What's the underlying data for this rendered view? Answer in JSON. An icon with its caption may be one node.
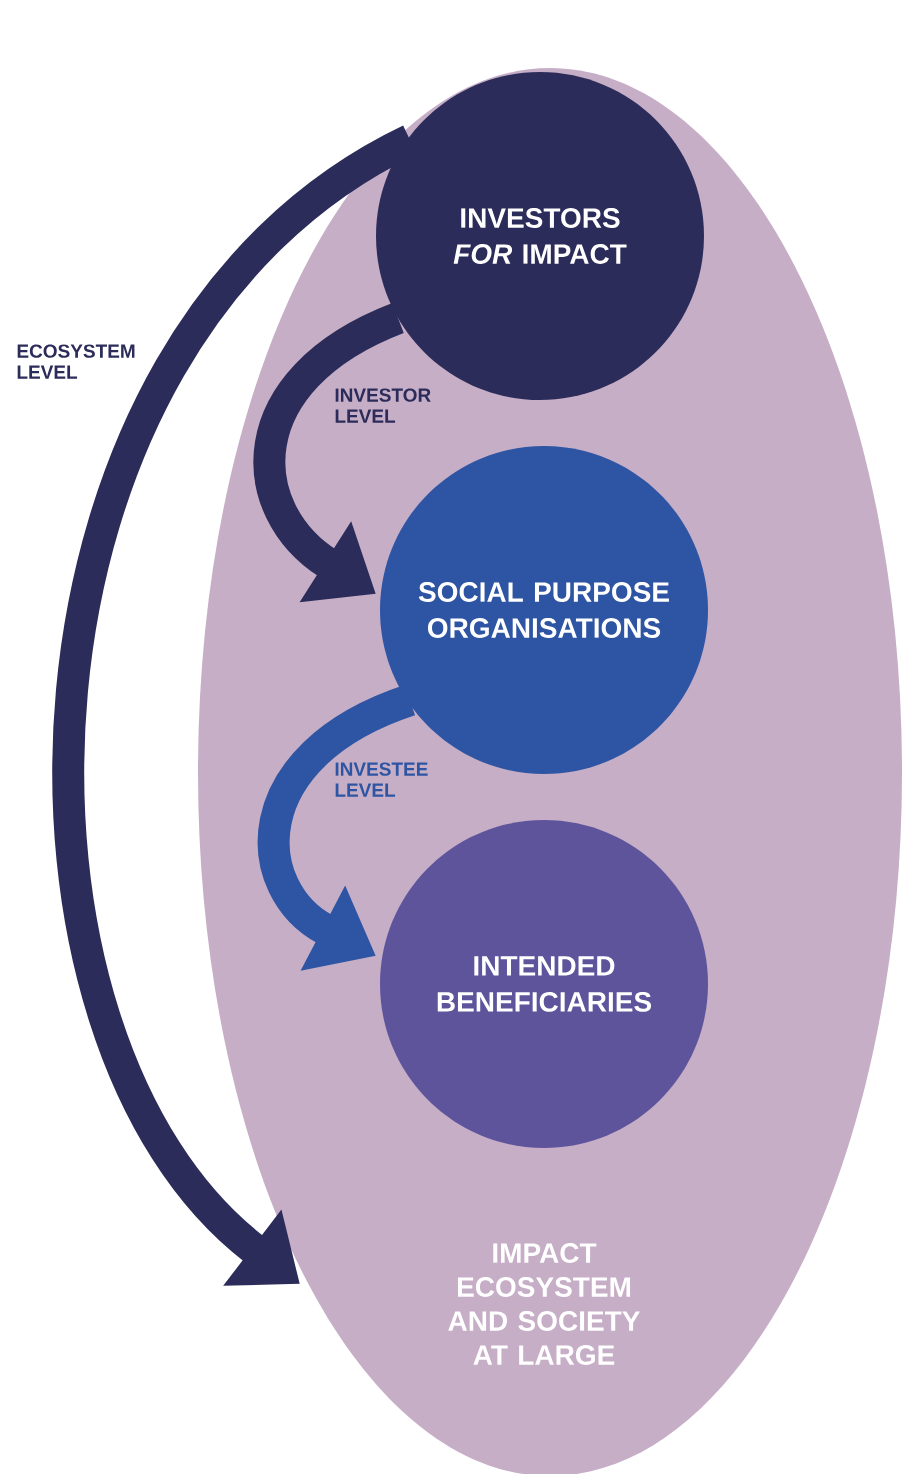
{
  "diagram": {
    "nodes": [
      {
        "text": [
          "IMPACT ECOSYSTEM AND SOCIETY AT LARGE"
        ]
      },
      {
        "text": [
          "INVESTORS *FOR* IMPACT"
        ],
        "in": 0
      },
      {
        "text": [
          "SOCIAL PURPOSE ORGANISATIONS"
        ],
        "in": 0
      },
      {
        "text": [
          "INTENDED BENEFICIARIES"
        ],
        "in": 0
      }
    ],
    "edges": [
      {
        "from": 1,
        "to": 2,
        "arrow": "to",
        "label": "INVESTOR LEVEL"
      },
      {
        "from": 2,
        "to": 3,
        "arrow": "to",
        "label": "INVESTEE LEVEL",
        "color": "#2e55a3"
      },
      {
        "from": 1,
        "to": 0,
        "arrow": "to",
        "label": "ECOSYSTEM LEVEL"
      }
    ]
  }
}
